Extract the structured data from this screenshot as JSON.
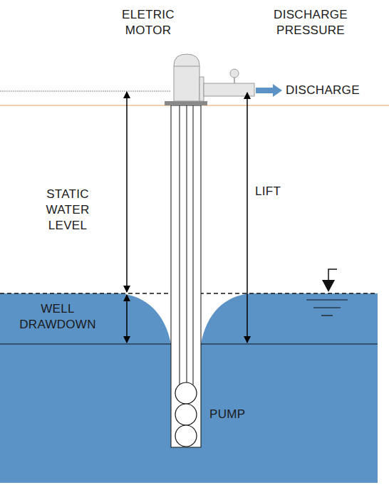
{
  "diagram": {
    "labels": [
      "ELETRIC MOTOR",
      "DISCHARGE PRESSURE",
      "DISCHARGE",
      "STATIC WATER LEVEL",
      "LIFT",
      "WELL DRAWDOWN",
      "PUMP"
    ]
  }
}
